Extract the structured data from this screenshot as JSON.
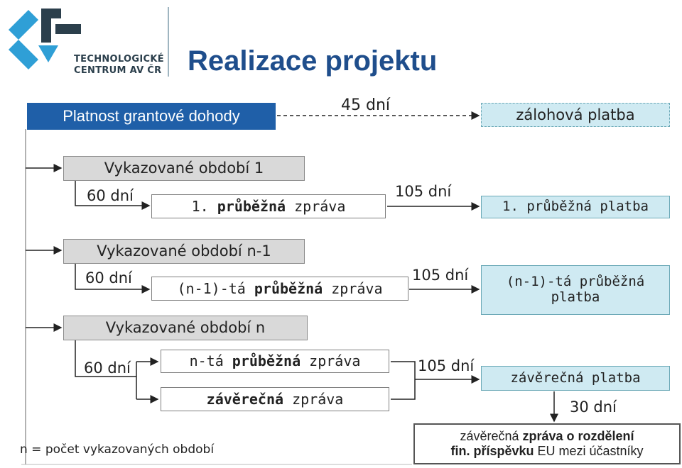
{
  "logo": {
    "line1": "TECHNOLOGICKÉ",
    "line2": "CENTRUM AV ČR",
    "colors": {
      "dark": "#2b3f4c",
      "blue": "#2f9fd6"
    }
  },
  "title": "Realizace projektu",
  "colors": {
    "title": "#1f4e8c",
    "top_box": "#1f5fa8",
    "teal_box": "#cfeaf2",
    "gray_box": "#d9d9d9"
  },
  "top": {
    "box": "Platnost grantové dohody",
    "days": "45 dní",
    "target": "zálohová platba"
  },
  "period1": {
    "label": "Vykazované období 1",
    "days": "60 dní",
    "report_prefix": "1. ",
    "report_bold": "průběžná",
    "report_suffix": " zpráva",
    "days2": "105 dní",
    "payment": "1. průběžná platba"
  },
  "periodN1": {
    "label": "Vykazované období n-1",
    "days": "60 dní",
    "report_prefix": "(n-1)-tá ",
    "report_bold": "průběžná",
    "report_suffix": " zpráva",
    "days2": "105 dní",
    "payment_line1": "(n-1)-tá průběžná",
    "payment_line2": "platba"
  },
  "periodN": {
    "label": "Vykazované období n",
    "days": "60 dní",
    "report1_prefix": "n-tá ",
    "report1_bold": "průběžná",
    "report1_suffix": " zpráva",
    "report2_bold": "závěrečná",
    "report2_suffix": " zpráva",
    "days2": "105 dní",
    "payment": "závěrečná platba",
    "days3": "30 dní",
    "final_l1_a": "závěrečná ",
    "final_l1_b": "zpráva o rozdělení",
    "final_l2_a": "fin. příspěvku",
    "final_l2_b": " EU mezi účastníky"
  },
  "footnote": "n = počet vykazovaných období"
}
